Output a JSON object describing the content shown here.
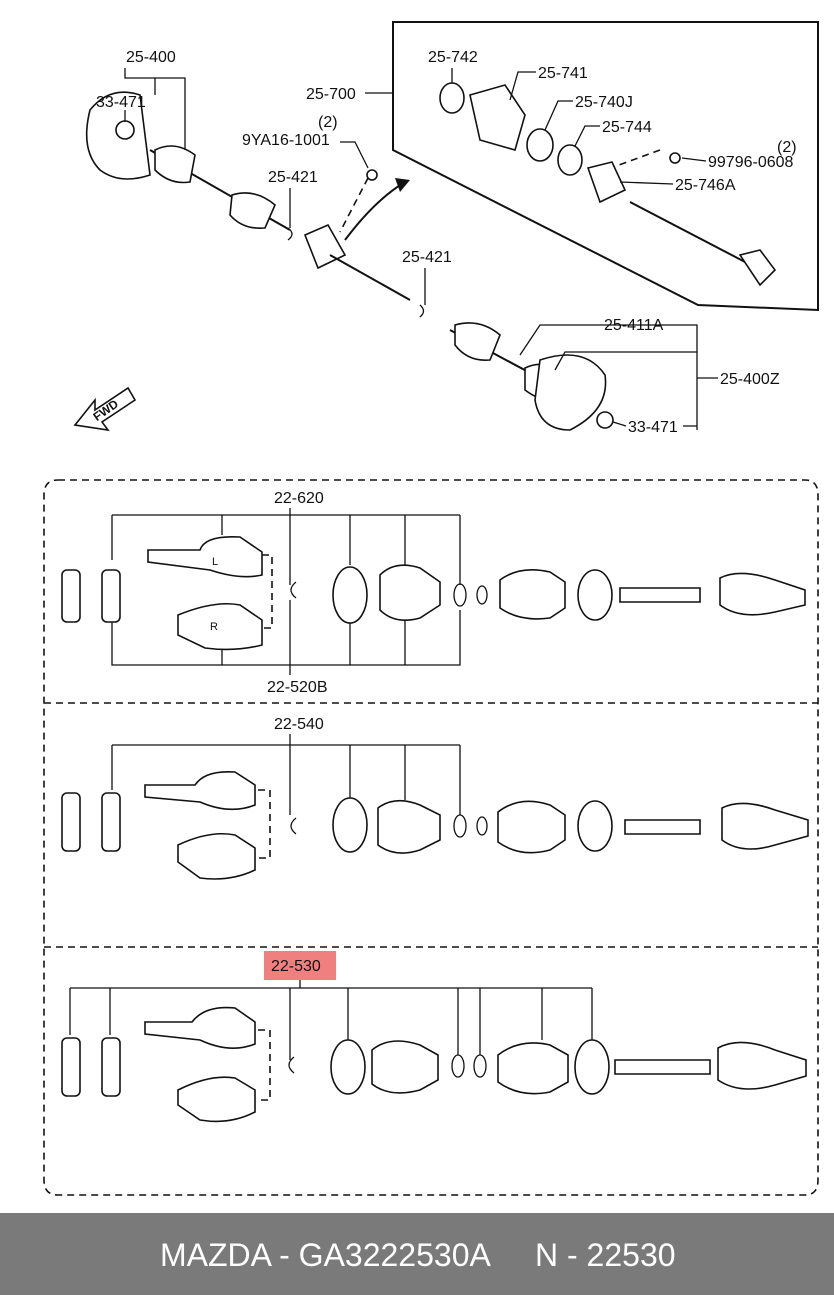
{
  "labels": {
    "p25_400": "25-400",
    "p33_471a": "33-471",
    "p9ya16": "9YA16-1001",
    "p9ya16_qty": "(2)",
    "p25_421a": "25-421",
    "p25_700": "25-700",
    "p25_742": "25-742",
    "p25_741": "25-741",
    "p25_740j": "25-740J",
    "p25_744": "25-744",
    "p99796": "99796-0608",
    "p99796_qty": "(2)",
    "p25_746a": "25-746A",
    "p25_421b": "25-421",
    "p25_411a": "25-411A",
    "p25_400z": "25-400Z",
    "p33_471b": "33-471",
    "fwd": "FWD",
    "p22_620": "22-620",
    "p22_520b": "22-520B",
    "p22_540": "22-540",
    "p22_530": "22-530",
    "L": "L",
    "R": "R"
  },
  "highlight_color": "#f08080",
  "footer": {
    "left": "MAZDA - GA3222530A",
    "right": "N - 22530"
  }
}
